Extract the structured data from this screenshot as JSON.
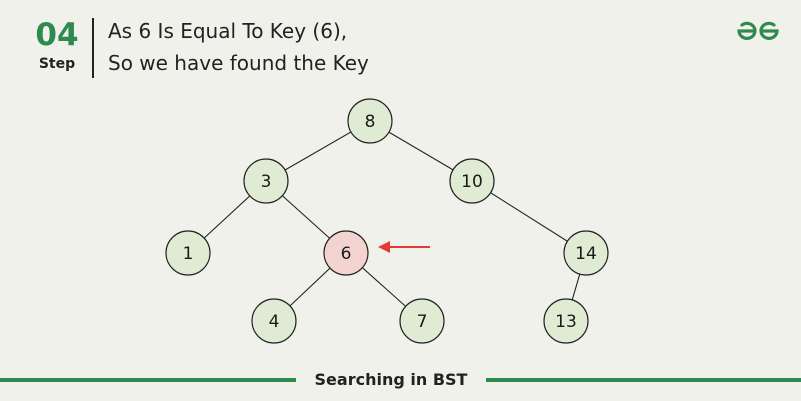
{
  "step": {
    "number": "04",
    "label": "Step"
  },
  "title": {
    "line1": "As 6 Is Equal To Key (6),",
    "line2": "So we have found the Key"
  },
  "logo": {
    "icon": "geeksforgeeks-logo-icon",
    "color": "#2f8a4f"
  },
  "tree": {
    "nodes": [
      {
        "id": "n8",
        "label": "8",
        "state": "normal"
      },
      {
        "id": "n3",
        "label": "3",
        "state": "normal"
      },
      {
        "id": "n10",
        "label": "10",
        "state": "normal"
      },
      {
        "id": "n1",
        "label": "1",
        "state": "normal"
      },
      {
        "id": "n6",
        "label": "6",
        "state": "found"
      },
      {
        "id": "n14",
        "label": "14",
        "state": "normal"
      },
      {
        "id": "n4",
        "label": "4",
        "state": "normal"
      },
      {
        "id": "n7",
        "label": "7",
        "state": "normal"
      },
      {
        "id": "n13",
        "label": "13",
        "state": "normal"
      }
    ],
    "edges": [
      [
        "n8",
        "n3"
      ],
      [
        "n8",
        "n10"
      ],
      [
        "n3",
        "n1"
      ],
      [
        "n3",
        "n6"
      ],
      [
        "n10",
        "n14"
      ],
      [
        "n6",
        "n4"
      ],
      [
        "n6",
        "n7"
      ],
      [
        "n14",
        "n13"
      ]
    ],
    "pointer_target": "n6",
    "colors": {
      "node_fill": "#dfecd3",
      "found_fill": "#f3d3d0",
      "arrow": "#e53935"
    }
  },
  "caption": "Searching in BST",
  "accent_color": "#2f8a4f"
}
